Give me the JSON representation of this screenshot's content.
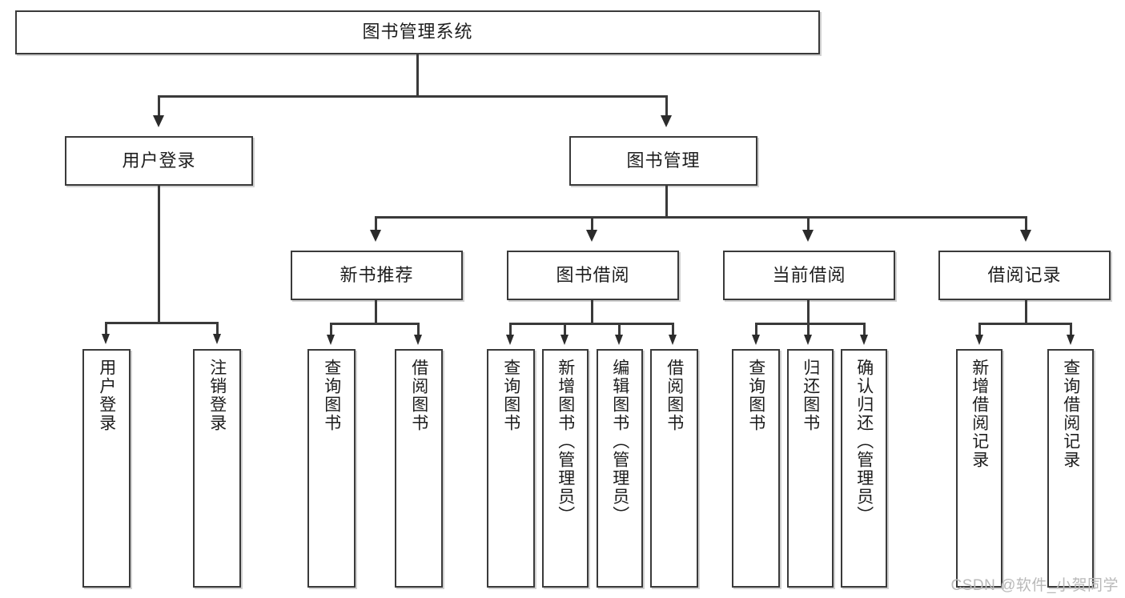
{
  "diagram": {
    "title": "图书管理系统",
    "type": "tree",
    "levels": 4,
    "root": {
      "id": "root",
      "label": "图书管理系统"
    },
    "level2": [
      {
        "id": "user-login",
        "label": "用户登录"
      },
      {
        "id": "book-manage",
        "label": "图书管理"
      }
    ],
    "level3": [
      {
        "id": "new-book-recommend",
        "label": "新书推荐",
        "parent": "book-manage"
      },
      {
        "id": "book-borrow",
        "label": "图书借阅",
        "parent": "book-manage"
      },
      {
        "id": "current-borrow",
        "label": "当前借阅",
        "parent": "book-manage"
      },
      {
        "id": "borrow-record",
        "label": "借阅记录",
        "parent": "book-manage"
      }
    ],
    "leaves": {
      "user_login": [
        {
          "id": "leaf-user-login",
          "label": "用户登录"
        },
        {
          "id": "leaf-user-logout",
          "label": "注销登录"
        }
      ],
      "new_book_recommend": [
        {
          "id": "leaf-query-book-1",
          "label": "查询图书"
        },
        {
          "id": "leaf-borrow-book-1",
          "label": "借阅图书"
        }
      ],
      "book_borrow": [
        {
          "id": "leaf-query-book-2",
          "label": "查询图书"
        },
        {
          "id": "leaf-add-book",
          "label": "新增图书（管理员）"
        },
        {
          "id": "leaf-edit-book",
          "label": "编辑图书（管理员）"
        },
        {
          "id": "leaf-borrow-book-2",
          "label": "借阅图书"
        }
      ],
      "current_borrow": [
        {
          "id": "leaf-query-book-3",
          "label": "查询图书"
        },
        {
          "id": "leaf-return-book",
          "label": "归还图书"
        },
        {
          "id": "leaf-confirm-return",
          "label": "确认归还（管理员）"
        }
      ],
      "borrow_record": [
        {
          "id": "leaf-add-record",
          "label": "新增借阅记录"
        },
        {
          "id": "leaf-query-record",
          "label": "查询借阅记录"
        }
      ]
    }
  },
  "watermark": {
    "text": "CSDN @软件_小贺同学"
  },
  "colors": {
    "background": "#ffffff",
    "box_border": "#3a3a3a",
    "connector": "#3a3a3a",
    "text": "#1d1d1d",
    "watermark": "#b9b9b9"
  }
}
